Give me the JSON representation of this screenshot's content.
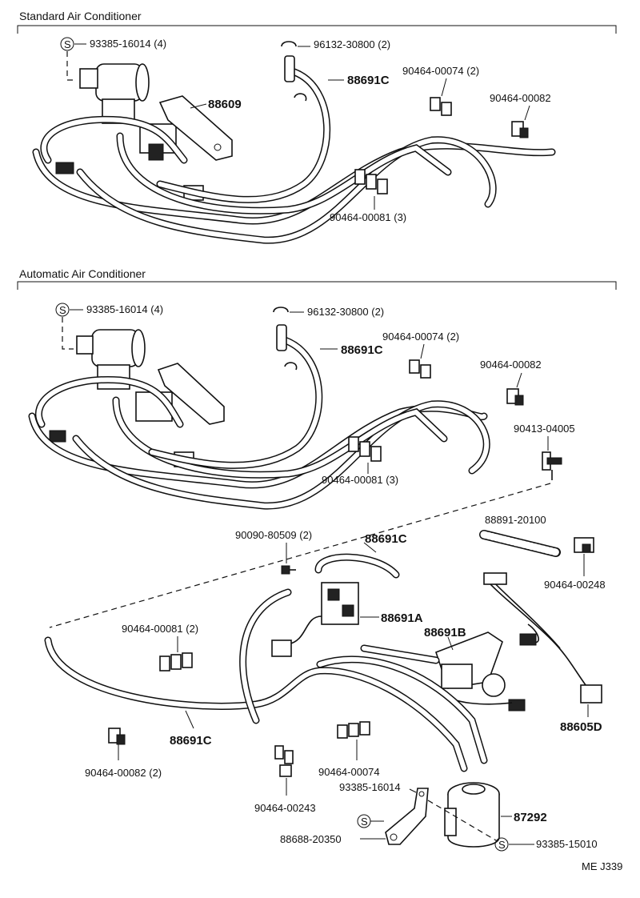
{
  "sections": {
    "standard": {
      "title": "Standard Air Conditioner"
    },
    "automatic": {
      "title": "Automatic Air Conditioner"
    }
  },
  "standard_labels": {
    "s_bolt": "93385-16014 (4)",
    "clip_96132": "96132-30800 (2)",
    "hose_88691c": "88691C",
    "clamp_00074": "90464-00074 (2)",
    "clamp_00082": "90464-00082",
    "vsv_88609": "88609",
    "clamp_00081": "90464-00081 (3)"
  },
  "automatic_labels": {
    "s_bolt": "93385-16014 (4)",
    "clip_96132": "96132-30800 (2)",
    "hose_88691c_top": "88691C",
    "clamp_00074": "90464-00074 (2)",
    "clamp_00082": "90464-00082",
    "fitting_04005": "90413-04005",
    "clamp_00081": "90464-00081 (3)",
    "tube_20100": "88891-20100",
    "screw_80509": "90090-80509 (2)",
    "hose_88691c_mid": "88691C",
    "clamp_00248": "90464-00248",
    "clamp_00081_2": "90464-00081 (2)",
    "valve_88691a": "88691A",
    "valve_88691b": "88691B",
    "harness_88605d": "88605D",
    "clamp_00082_2": "90464-00082 (2)",
    "hose_88691c_bottom": "88691C",
    "clamp_00074_b": "90464-00074",
    "bolt_16014": "93385-16014",
    "actuator_87292": "87292",
    "clamp_00243": "90464-00243",
    "bracket_20350": "88688-20350",
    "bolt_15010": "93385-15010"
  },
  "s_marker": "S",
  "footer": {
    "code": "ME J339"
  }
}
